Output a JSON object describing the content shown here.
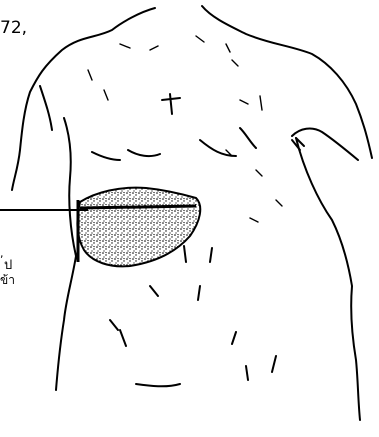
{
  "labels": {
    "top_fragment": "72,",
    "side_fragment_1": ",",
    "side_fragment_2": "ป",
    "side_fragment_3": "ข้า"
  },
  "colors": {
    "ink": "#000000",
    "background": "#ffffff"
  }
}
